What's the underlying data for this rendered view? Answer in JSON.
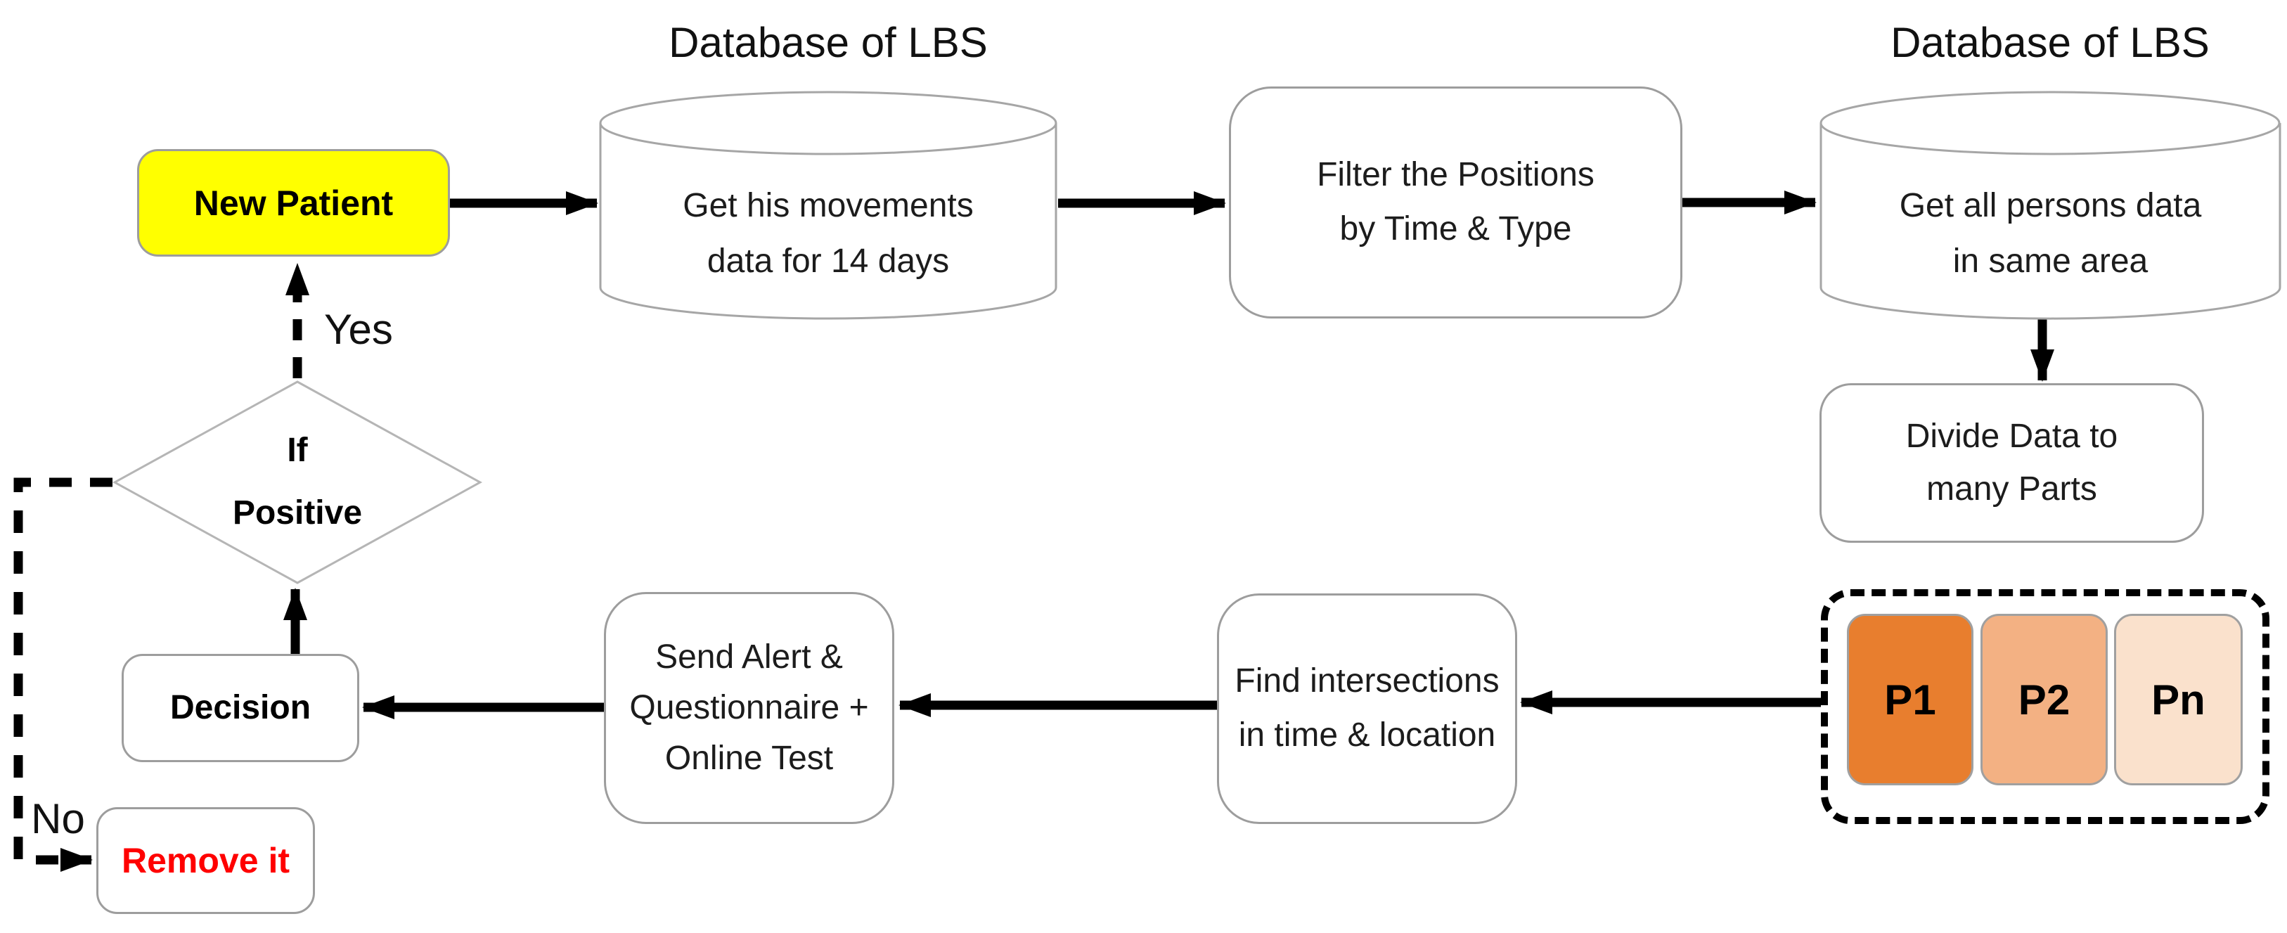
{
  "diagram": {
    "background": "#ffffff",
    "titles": {
      "db_left": "Database of LBS",
      "db_right": "Database of LBS"
    },
    "nodes": {
      "new_patient": {
        "label": "New Patient",
        "fill": "#ffff00"
      },
      "get_movements": {
        "lines": [
          "Get his movements",
          "data for 14 days"
        ]
      },
      "filter_positions": {
        "lines": [
          "Filter the Positions",
          "by Time & Type"
        ]
      },
      "get_all_persons": {
        "lines": [
          "Get all persons data",
          "in same area"
        ]
      },
      "divide_data": {
        "lines": [
          "Divide Data to",
          "many Parts"
        ]
      },
      "partitions": [
        {
          "label": "P1",
          "fill": "#e87e2e"
        },
        {
          "label": "P2",
          "fill": "#f3b183"
        },
        {
          "label": "Pn",
          "fill": "#fae1cc"
        }
      ],
      "find_intersections": {
        "lines": [
          "Find intersections",
          "in time & location"
        ]
      },
      "send_alert": {
        "lines": [
          "Send Alert &",
          "Questionnaire +",
          "Online Test"
        ]
      },
      "decision": {
        "label": "Decision"
      },
      "if_positive": {
        "lines": [
          "If",
          "Positive"
        ]
      },
      "remove_it": {
        "label": "Remove it",
        "text_color": "#ff0000"
      }
    },
    "edge_labels": {
      "yes": "Yes",
      "no": "No"
    },
    "connector_color": "#000000"
  }
}
